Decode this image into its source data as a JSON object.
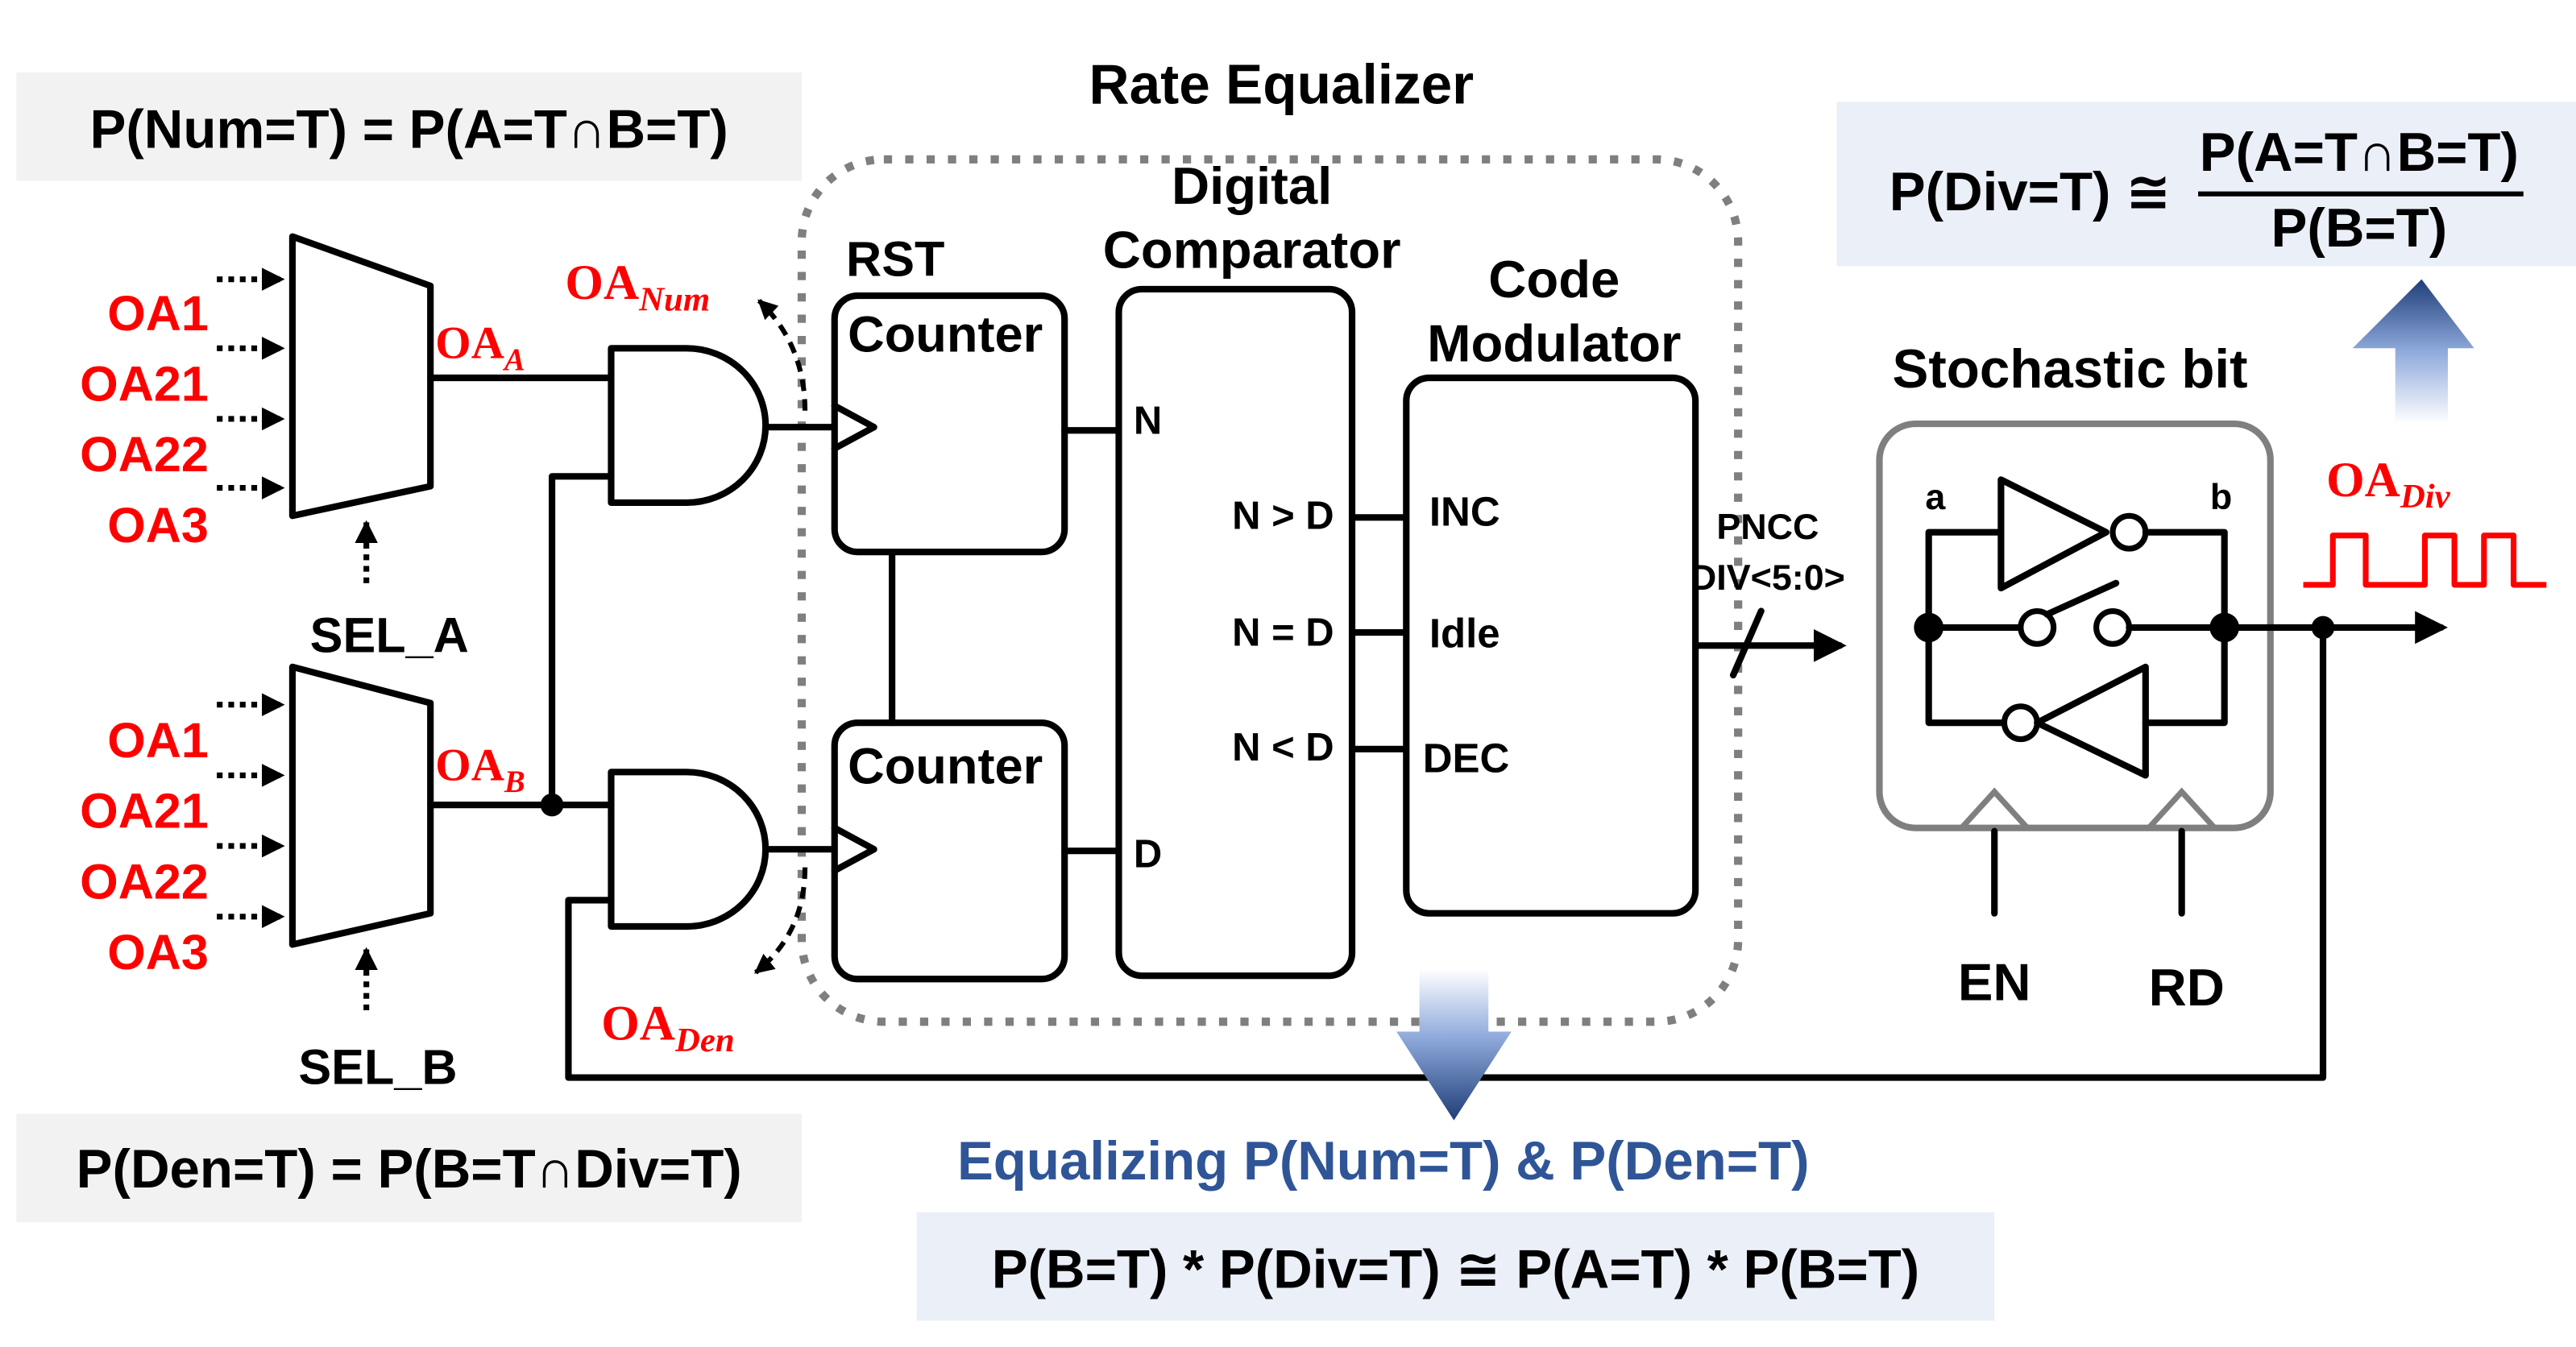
{
  "title": "Rate Equalizer",
  "formulas": {
    "num": "P(Num=T) = P(A=T∩B=T)",
    "den": "P(Den=T) = P(B=T∩Div=T)",
    "div_lhs": "P(Div=T) ≅",
    "div_numerator": "P(A=T∩B=T)",
    "div_denominator": "P(B=T)",
    "equalizing_caption": "Equalizing P(Num=T) & P(Den=T)",
    "equality": "P(B=T) * P(Div=T) ≅ P(A=T) * P(B=T)"
  },
  "mux_a": {
    "inputs": [
      "OA1",
      "OA21",
      "OA22",
      "OA3"
    ],
    "select": "SEL_A",
    "output_base": "OA",
    "output_sub": "A"
  },
  "mux_b": {
    "inputs": [
      "OA1",
      "OA21",
      "OA22",
      "OA3"
    ],
    "select": "SEL_B",
    "output_base": "OA",
    "output_sub": "B"
  },
  "signals": {
    "num_base": "OA",
    "num_sub": "Num",
    "den_base": "OA",
    "den_sub": "Den",
    "div_base": "OA",
    "div_sub": "Div",
    "bus_label_1": "PNCC",
    "bus_label_2": "DIV<5:0>"
  },
  "blocks": {
    "rst_label": "RST",
    "counter_top": "Counter",
    "counter_bottom": "Counter",
    "comparator_title_1": "Digital",
    "comparator_title_2": "Comparator",
    "comparator_in_n": "N",
    "comparator_in_d": "D",
    "comparator_outputs": [
      "N > D",
      "N = D",
      "N < D"
    ],
    "modulator_title_1": "Code",
    "modulator_title_2": "Modulator",
    "modulator_inputs": [
      "INC",
      "Idle",
      "DEC"
    ],
    "stochastic_title": "Stochastic bit",
    "node_a": "a",
    "node_b": "b",
    "en_label": "EN",
    "rd_label": "RD"
  },
  "colors": {
    "signal_red": "#ff0000",
    "caption_blue": "#2f5597",
    "gray_box": "#f2f2f2",
    "blue_box": "#eaeff8",
    "dotted_gray": "#7f7f7f"
  }
}
